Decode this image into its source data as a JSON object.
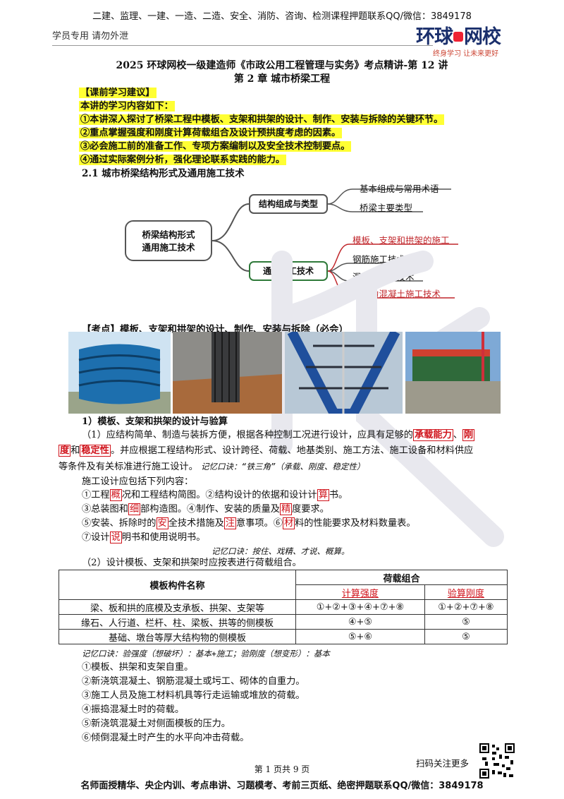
{
  "header": {
    "topline": "二建、监理、一建、一造、二造、安全、消防、咨询、检测课程押题联系QQ/微信：3849178",
    "student": "学员专用  请勿外泄",
    "logo_main_a": "环球",
    "logo_main_b": "网校",
    "logo_sub": "终身学习  让未来更好"
  },
  "title": {
    "line1": "2025 环球网校一级建造师《市政公用工程管理与实务》考点精讲-第 12 讲",
    "line2": "第 2 章  城市桥梁工程"
  },
  "advice": {
    "heading": "【课前学习建议】",
    "intro": "本讲的学习内容如下：",
    "items": [
      "①本讲深入探讨了桥梁工程中模板、支架和拱架的设计、制作、安装与拆除的关键环节。",
      "②重点掌握强度和刚度计算荷载组合及设计预拱度考虑的因素。",
      "③必会施工前的准备工作、专项方案编制以及安全技术控制要点。",
      "④通过实际案例分析，强化理论联系实践的能力。"
    ]
  },
  "section_title": "2.1 城市桥梁结构形式及通用施工技术",
  "mindmap": {
    "root_line1": "桥梁结构形式",
    "root_line2": "通用施工技术",
    "branch1": "结构组成与类型",
    "branch1_leaves": [
      "基本组成与常用术语",
      "桥梁主要类型"
    ],
    "branch2": "通用施工技术",
    "branch2_leaves": [
      "模板、支架和拱架的施工",
      "钢筋施工技术",
      "混凝土施工技术",
      "预应力混凝土施工技术"
    ]
  },
  "kaodian": "【考点】模板、支架和拱架的设计、制作、安装与拆除（必会）",
  "sub1": "1）模板、支架和拱架的设计与验算",
  "para1": {
    "a": "（1）应结构简单、制造与装拆方便，根据各种控制工况进行设计，应具有足够的",
    "k1": "承载能力",
    "sep1": "、",
    "k2a": "刚",
    "k2b": "度",
    "and": "和",
    "k3": "稳定性",
    "b": "。并应根据工程结构形式、设计跨径、荷载、地基类别、施工方法、施工设备和材料供应",
    "c": "等条件及有关标准进行施工设计。",
    "memo": "记忆口诀：“铁三角”（承载、刚度、稳定性）"
  },
  "design": {
    "intro": "施工设计应包括下列内容：",
    "l1": [
      "①工程",
      "概",
      "况和工程结构简图。②结构设计的依据和设计计",
      "算",
      "书。"
    ],
    "l2": [
      "③总装图和",
      "细",
      "部构造图。④制作、安装的质量及",
      "精",
      "度要求。"
    ],
    "l3": [
      "⑤安装、拆除时的",
      "安",
      "全技术措施及",
      "注",
      "意事项。⑥",
      "材",
      "料的性能要求及材料数量表。"
    ],
    "l4": [
      "⑦设计",
      "说",
      "明书和使用说明书。"
    ],
    "memo": "记忆口诀：按住、戏精、才说、概算。"
  },
  "para2": "（2）设计模板、支架和拱架时应按表进行荷载组合。",
  "table": {
    "col_name": "模板构件名称",
    "col_group": "荷载组合",
    "col_a": "计算强度",
    "col_b": "验算刚度",
    "rows": [
      {
        "name": "梁、板和拱的底模及支承板、拱架、支架等",
        "a": "①+②+③+④+⑦+⑧",
        "b": "①+②+⑦+⑧"
      },
      {
        "name": "缘石、人行道、栏杆、柱、梁板、拱等的侧模板",
        "a": "④+⑤",
        "b": "⑤"
      },
      {
        "name": "基础、墩台等厚大结构物的侧模板",
        "a": "⑤+⑥",
        "b": "⑤"
      }
    ]
  },
  "memo3": "记忆口诀：验强度（想破坏）：基本+施工；验刚度（想变形）：基本",
  "loads": [
    "①模板、拱架和支架自重。",
    "②新浇筑混凝土、钢筋混凝土或圬工、砌体的自重力。",
    "③施工人员及施工材料机具等行走运输或堆放的荷载。",
    "④振捣混凝土时的荷载。",
    "⑤新浇筑混凝土对侧面模板的压力。",
    "⑥倾倒混凝土时产生的水平向冲击荷载。"
  ],
  "footer": {
    "qr_note": "扫码关注更多",
    "page": "第 1 页共 9 页",
    "bottom": "名师面授精华、央企内训、考点串讲、习题模考、考前三页纸、绝密押题联系QQ/微信：3849178"
  },
  "colors": {
    "highlight": "#ffff33",
    "red": "#d0131b",
    "logo_blue": "#1a2f6c"
  }
}
